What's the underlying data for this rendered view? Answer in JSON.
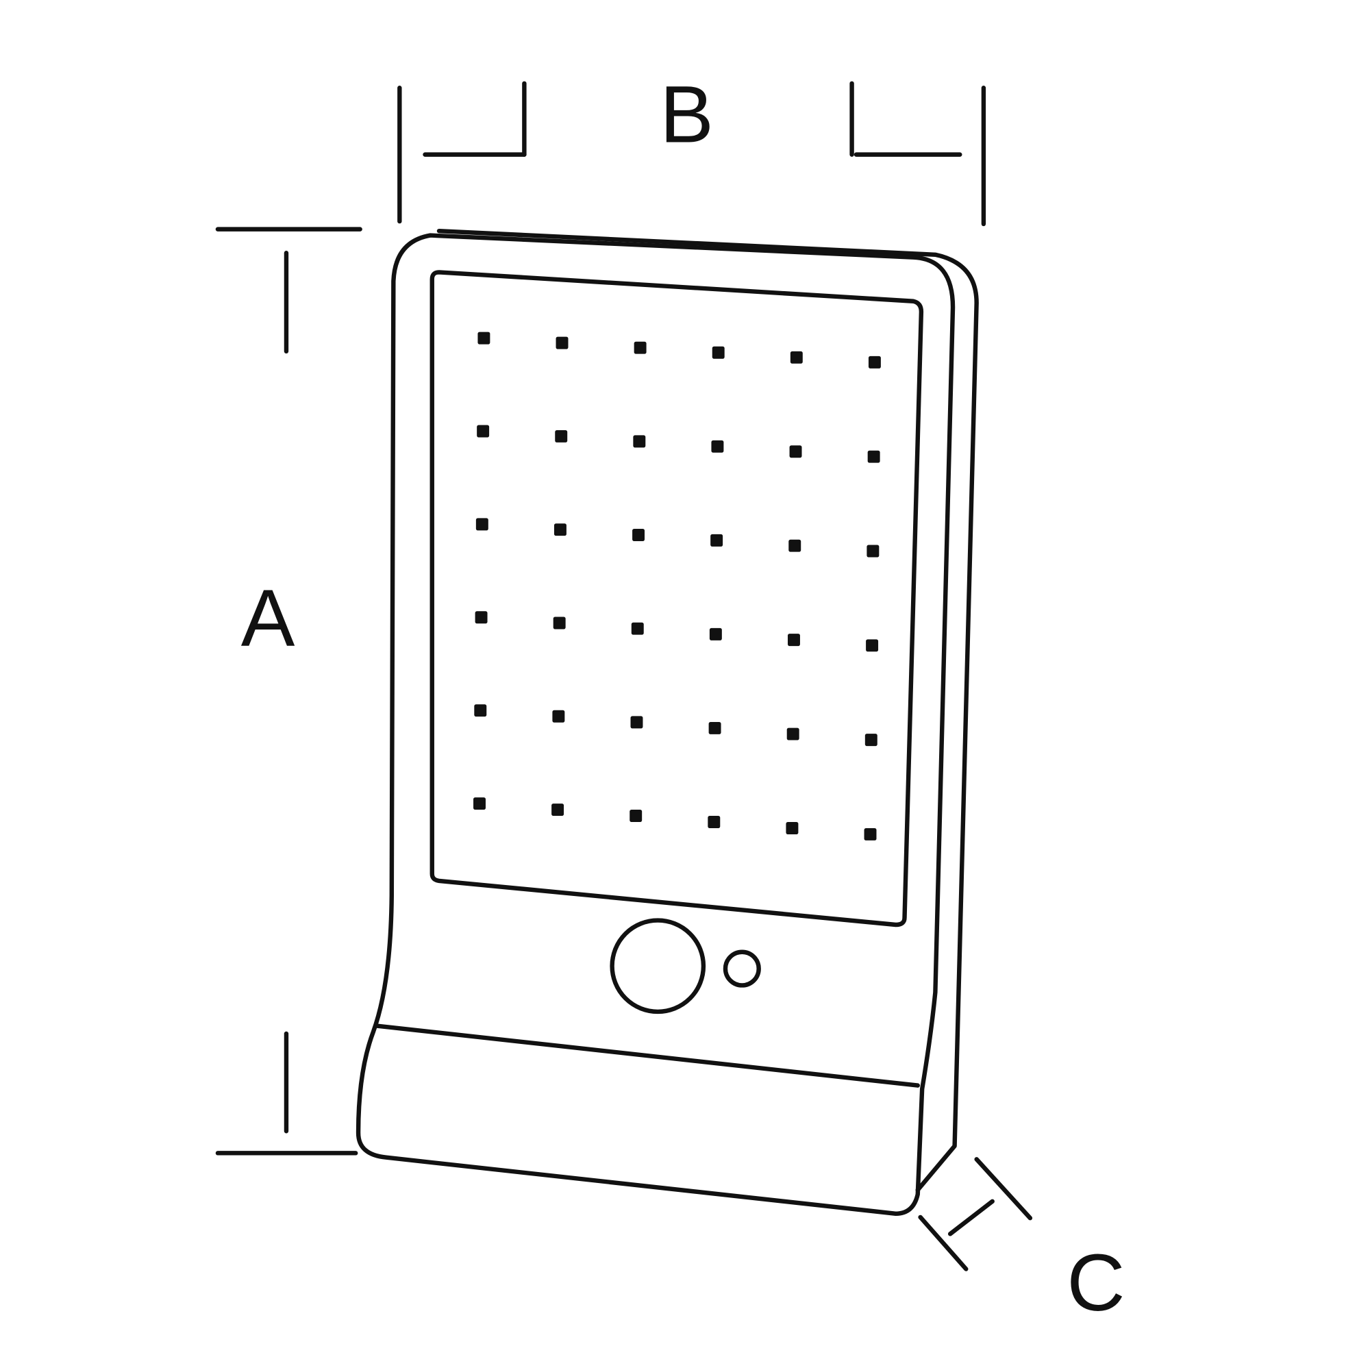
{
  "diagram": {
    "title": "",
    "labels": {
      "height": "A",
      "width": "B",
      "depth": "C"
    },
    "led_grid": {
      "rows": 6,
      "columns": 6
    },
    "colors": {
      "stroke": "#111111",
      "background": "#ffffff"
    }
  }
}
